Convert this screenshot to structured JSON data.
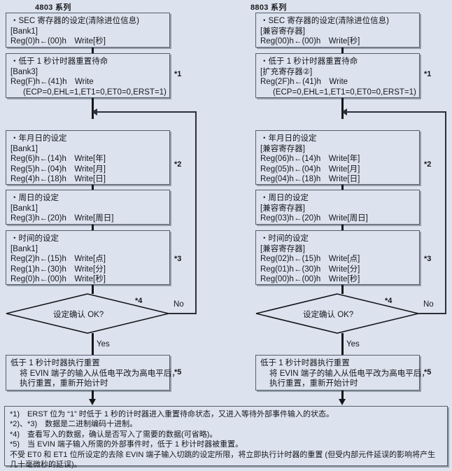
{
  "columns": [
    {
      "title": "4803 系列",
      "boxes": [
        {
          "name": "sec-register-setting",
          "lines": [
            "・SEC 寄存器的设定(清除进位信息)",
            "[Bank1]",
            "Reg(0)h←(00)h　Write[秒]"
          ]
        },
        {
          "name": "sub-second-timer-reset-standby",
          "note": "*1",
          "lines": [
            "・低于 1 秒计时器重置待命",
            "[Bank3]",
            "Reg(F)h←(41)h　Write",
            "(ECP=0,EHL=1,ET1=0,ET0=0,ERST=1)"
          ]
        },
        {
          "name": "year-month-day-setting",
          "note": "*2",
          "lines": [
            "・年月日的设定",
            "[Bank1]",
            "Reg(6)h←(14)h　Write[年]",
            "Reg(5)h←(04)h　Write[月]",
            "Reg(4)h←(18)h　Write[日]"
          ]
        },
        {
          "name": "weekday-setting",
          "lines": [
            "・周日的设定",
            "[Bank1]",
            "Reg(3)h←(20)h　Write[周日]"
          ]
        },
        {
          "name": "time-setting",
          "note": "*3",
          "lines": [
            "・时间的设定",
            "[Bank1]",
            "Reg(2)h←(15)h　Write[点]",
            "Reg(1)h←(30)h　Write[分]",
            "Reg(0)h←(00)h　Write[秒]"
          ]
        }
      ],
      "decision": {
        "label": "设定确认 OK?",
        "note": "*4",
        "no_label": "No",
        "yes_label": "Yes"
      },
      "final_box": {
        "name": "sub-second-timer-execute-reset",
        "note": "*5",
        "lines": [
          "低于 1 秒计时器执行重置",
          "将 EVIN 端子的输入从低电平改为高电平后，",
          "执行重置，重新开始计时"
        ]
      }
    },
    {
      "title": "8803 系列",
      "boxes": [
        {
          "name": "sec-register-setting",
          "lines": [
            "・SEC 寄存器的设定(清除进位信息)",
            "[兼容寄存器]",
            "Reg(00)h←(00)h　Write[秒]"
          ]
        },
        {
          "name": "sub-second-timer-reset-standby",
          "note": "*1",
          "lines": [
            "・低于 1 秒计时器重置待命",
            "[扩充寄存器②]",
            "Reg(2F)h←(41)h　Write",
            "(ECP=0,EHL=1,ET1=0,ET0=0,ERST=1)"
          ]
        },
        {
          "name": "year-month-day-setting",
          "note": "*2",
          "lines": [
            "・年月日的设定",
            "[兼容寄存器]",
            "Reg(06)h←(14)h　Write[年]",
            "Reg(05)h←(04)h　Write[月]",
            "Reg(04)h←(18)h　Write[日]"
          ]
        },
        {
          "name": "weekday-setting",
          "lines": [
            "・周日的设定",
            "[兼容寄存器]",
            "Reg(03)h←(20)h　Write[周日]"
          ]
        },
        {
          "name": "time-setting",
          "note": "*3",
          "lines": [
            "・时间的设定",
            "[兼容寄存器]",
            "Reg(02)h←(15)h　Write[点]",
            "Reg(01)h←(30)h　Write[分]",
            "Reg(00)h←(00)h　Write[秒]"
          ]
        }
      ],
      "decision": {
        "label": "设定确认 OK?",
        "note": "*4",
        "no_label": "No",
        "yes_label": "Yes"
      },
      "final_box": {
        "name": "sub-second-timer-execute-reset",
        "note": "*5",
        "lines": [
          "低于 1 秒计时器执行重置",
          "将 EVIN 端子的输入从低电平改为高电平后，",
          "执行重置，重新开始计时"
        ]
      }
    }
  ],
  "footnotes": [
    "*1)　ERST 位为 “1” 时低于 1 秒的计时器进入重置待命状态，又进入等待外部事件输入的状态。",
    "*2)、*3)　数据是二进制编码十进制。",
    "*4)　查看写入的数据，确认是否写入了需要的数据(可省略)。",
    "*5)　当 EVIN 端子输入所需的外部事件时，低于 1 秒计时器被重置。",
    "不受 ET0 和 ET1 位所设定的去除 EVIN 端子输入切跳的设定所限，将立即执行计时器的重置 (但受内部元件延误的影响将产生几十毫微秒的延误)。"
  ],
  "colors": {
    "background": "#dce3ef",
    "line": "#16161a",
    "box_border": "#555e6b"
  }
}
